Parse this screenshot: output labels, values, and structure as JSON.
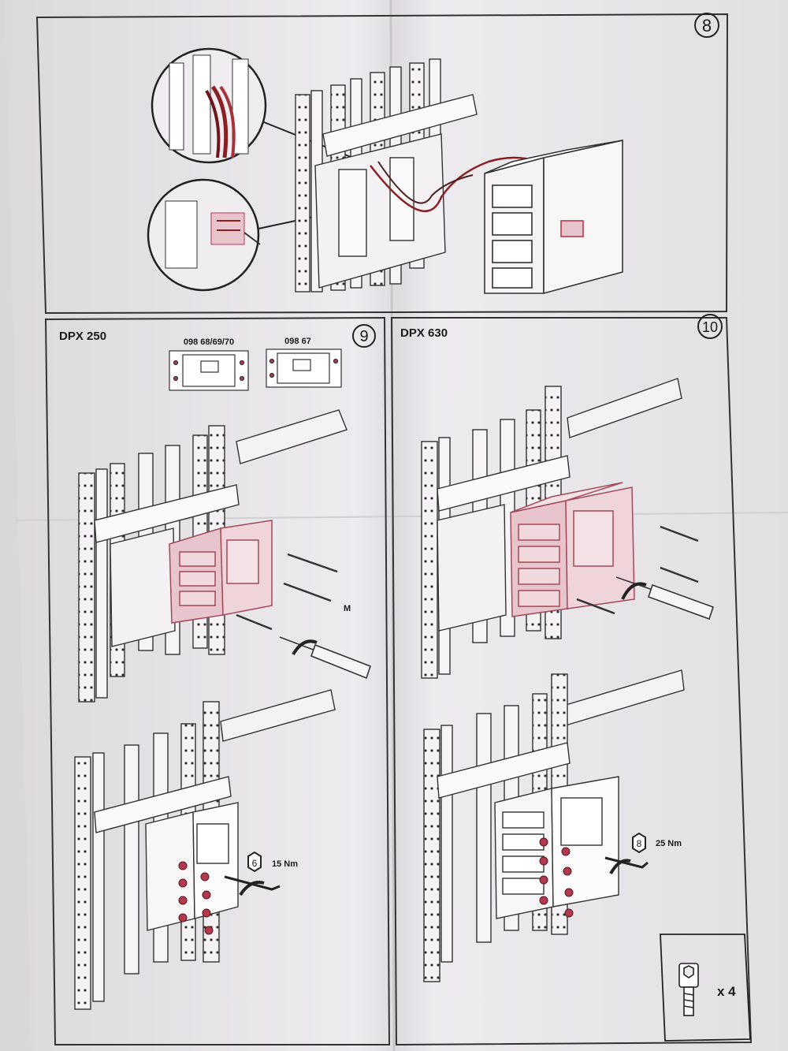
{
  "steps": {
    "s8": {
      "number": "8"
    },
    "s9": {
      "number": "9",
      "title": "DPX 250",
      "ref_a": "098 68/69/70",
      "ref_b": "098 67",
      "screw_label": "M",
      "hex_size": "6",
      "torque": "15 Nm"
    },
    "s10": {
      "number": "10",
      "title": "DPX 630",
      "hex_size": "8",
      "torque": "25 Nm",
      "qty": "x 4"
    }
  },
  "colors": {
    "paper": "#ebe8ea",
    "line": "#2a2a2a",
    "accent_fill": "#e8c4cc",
    "accent_red": "#b23a4e",
    "wire": "#8b1f24"
  }
}
